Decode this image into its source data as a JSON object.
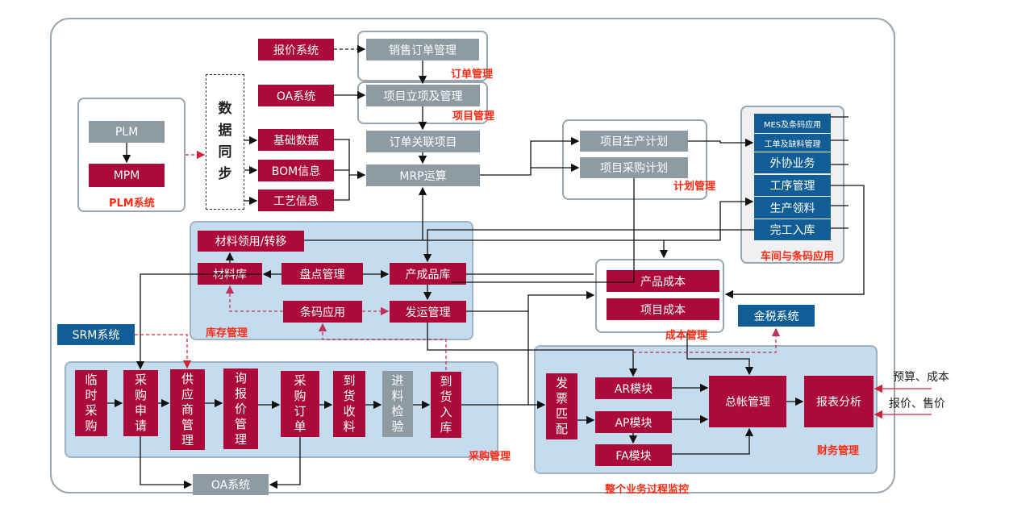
{
  "colors": {
    "primary_red": "#ab0a3a",
    "module_gray": "#8e9ba3",
    "module_blue": "#115e96",
    "panel_blue": "#c5dcef",
    "label_red": "#ff2a12"
  },
  "plm": {
    "plm": "PLM",
    "mpm": "MPM",
    "label": "PLM系统"
  },
  "sync": {
    "chars": [
      "数",
      "据",
      "同",
      "步"
    ]
  },
  "inputs": {
    "quote_system": "报价系统",
    "oa_system": "OA系统",
    "basic_data": "基础数据",
    "bom_info": "BOM信息",
    "process_info": "工艺信息"
  },
  "order": {
    "sales_order": "销售订单管理",
    "label": "订单管理"
  },
  "project": {
    "project_setup": "项目立项及管理",
    "label": "项目管理"
  },
  "center": {
    "order_project": "订单关联项目",
    "mrp": "MRP运算"
  },
  "plan": {
    "production_plan": "项目生产计划",
    "purchase_plan": "项目采购计划",
    "label": "计划管理"
  },
  "workshop": {
    "items": [
      "MES及条码应用",
      "工单及缺料管理",
      "外协业务",
      "工序管理",
      "生产领料",
      "完工入库"
    ],
    "label": "车间与条码应用"
  },
  "inventory": {
    "material_issue": "材料领用/转移",
    "material_store": "材料库",
    "stocktake": "盘点管理",
    "finished_store": "产成品库",
    "barcode": "条码应用",
    "shipping": "发运管理",
    "label": "库存管理"
  },
  "cost": {
    "product_cost": "产品成本",
    "project_cost": "项目成本",
    "label": "成本管理"
  },
  "tax": {
    "label": "金税系统"
  },
  "srm": {
    "label": "SRM系统"
  },
  "purchase": {
    "steps": [
      [
        "临",
        "时",
        "采",
        "购"
      ],
      [
        "采",
        "购",
        "申",
        "请"
      ],
      [
        "供",
        "应",
        "商",
        "管",
        "理"
      ],
      [
        "询",
        "报",
        "价",
        "管",
        "理"
      ],
      [
        "采",
        "购",
        "订",
        "单"
      ],
      [
        "到",
        "货",
        "收",
        "料"
      ],
      [
        "进",
        "料",
        "检",
        "验"
      ],
      [
        "到",
        "货",
        "入",
        "库"
      ]
    ],
    "label": "采购管理"
  },
  "oa_bottom": {
    "label": "OA系统"
  },
  "finance": {
    "invoice_match": [
      "发",
      "票",
      "匹",
      "配"
    ],
    "ar": "AR模块",
    "ap": "AP模块",
    "fa": "FA模块",
    "ledger": "总帐管理",
    "report": "报表分析",
    "label": "财务管理"
  },
  "monitor": {
    "label": "整个业务过程监控"
  },
  "external": {
    "budget_cost": "预算、成本",
    "quote_price": "报价、售价"
  }
}
